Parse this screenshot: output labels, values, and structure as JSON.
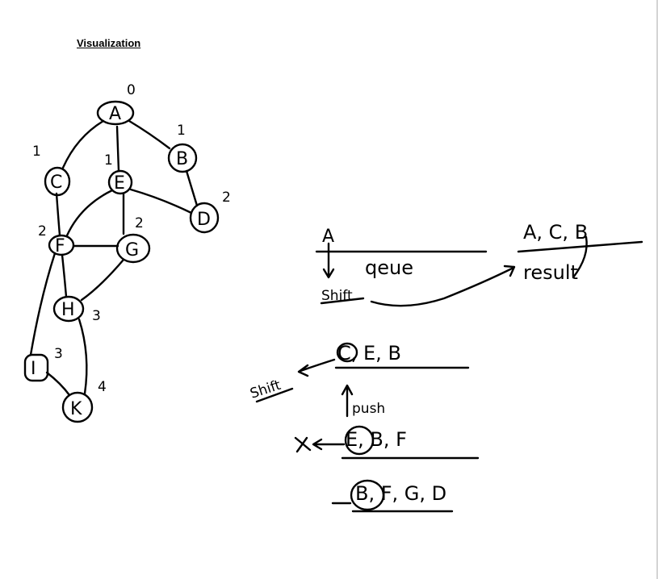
{
  "title": "Visualization",
  "graph": {
    "nodes": [
      {
        "id": "A",
        "label": "A",
        "level": "0"
      },
      {
        "id": "B",
        "label": "B",
        "level": "1"
      },
      {
        "id": "C",
        "label": "C",
        "level": "1"
      },
      {
        "id": "E",
        "label": "E",
        "level": "1"
      },
      {
        "id": "D",
        "label": "D",
        "level": "2"
      },
      {
        "id": "F",
        "label": "F",
        "level": "2"
      },
      {
        "id": "G",
        "label": "G",
        "level": "2"
      },
      {
        "id": "H",
        "label": "H",
        "level": "3"
      },
      {
        "id": "I",
        "label": "I",
        "level": "3"
      },
      {
        "id": "K",
        "label": "K",
        "level": "4"
      }
    ],
    "edges": [
      [
        "A",
        "C"
      ],
      [
        "A",
        "E"
      ],
      [
        "A",
        "B"
      ],
      [
        "B",
        "D"
      ],
      [
        "E",
        "D"
      ],
      [
        "E",
        "F"
      ],
      [
        "E",
        "G"
      ],
      [
        "C",
        "F"
      ],
      [
        "F",
        "G"
      ],
      [
        "F",
        "H"
      ],
      [
        "G",
        "H"
      ],
      [
        "F",
        "I"
      ],
      [
        "H",
        "K"
      ],
      [
        "I",
        "K"
      ]
    ]
  },
  "queue_panel": {
    "input": "A",
    "queue_label": "qeue",
    "shift_label": "Shift",
    "result_values": "A, C, B",
    "result_label": "result"
  },
  "steps": {
    "row1": "C, E, B",
    "row1_shift": "Shift",
    "push_label": "push",
    "row2": "E, B, F",
    "row3": "B, F, G, D"
  }
}
